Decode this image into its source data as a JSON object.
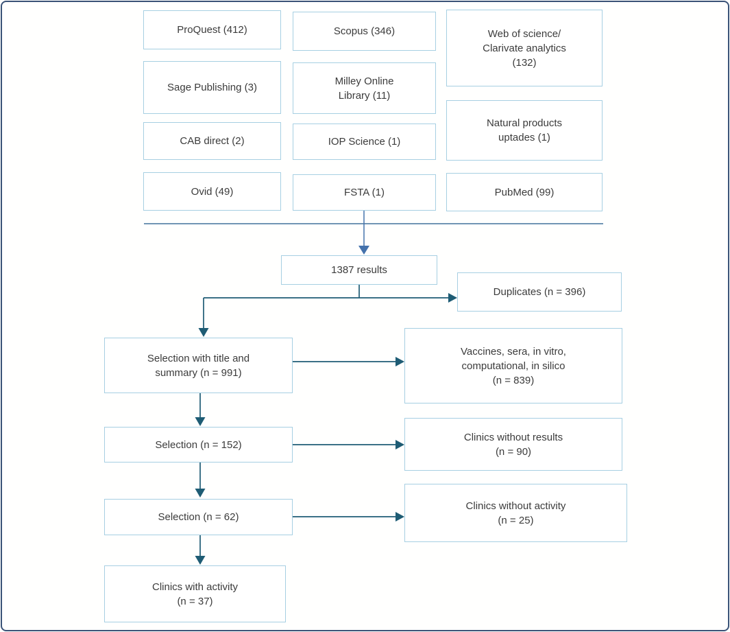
{
  "diagram_title": "Literature search and selection flow diagram",
  "colors": {
    "frame_border": "#3a5377",
    "box_border": "#a6cfe2",
    "box_fill": "#ffffff",
    "text": "#3b3b3b",
    "connector_blue": "#4472ac",
    "separator_blue": "#41719c",
    "connector_teal": "#1e5c74"
  },
  "nodes": {
    "proquest": {
      "label": "ProQuest (412)"
    },
    "scopus": {
      "label": "Scopus (346)"
    },
    "web_of_science": {
      "label": "Web of science/\nClarivate analytics\n(132)"
    },
    "sage_publishing": {
      "label": "Sage Publishing (3)"
    },
    "milley_online_library": {
      "label": "Milley Online\nLibrary (11)"
    },
    "natural_products_uptades": {
      "label": "Natural products\nuptades (1)"
    },
    "cab_direct": {
      "label": "CAB direct (2)"
    },
    "iop_science": {
      "label": "IOP Science (1)"
    },
    "ovid": {
      "label": "Ovid (49)"
    },
    "fsta": {
      "label": "FSTA (1)"
    },
    "pubmed": {
      "label": "PubMed (99)"
    },
    "results_total": {
      "label": "1387 results"
    },
    "duplicates": {
      "label": "Duplicates (n = 396)"
    },
    "selection_title_summary": {
      "label": "Selection with title and\nsummary (n = 991)"
    },
    "excluded_vaccines_sera": {
      "label": "Vaccines, sera, in vitro,\ncomputational, in silico\n(n = 839)"
    },
    "selection_152": {
      "label": "Selection (n = 152)"
    },
    "clinics_without_results": {
      "label": "Clinics without results\n(n = 90)"
    },
    "selection_62": {
      "label": "Selection (n = 62)"
    },
    "clinics_without_activity": {
      "label": "Clinics without activity\n(n = 25)"
    },
    "clinics_with_activity": {
      "label": "Clinics with activity\n(n = 37)"
    }
  }
}
